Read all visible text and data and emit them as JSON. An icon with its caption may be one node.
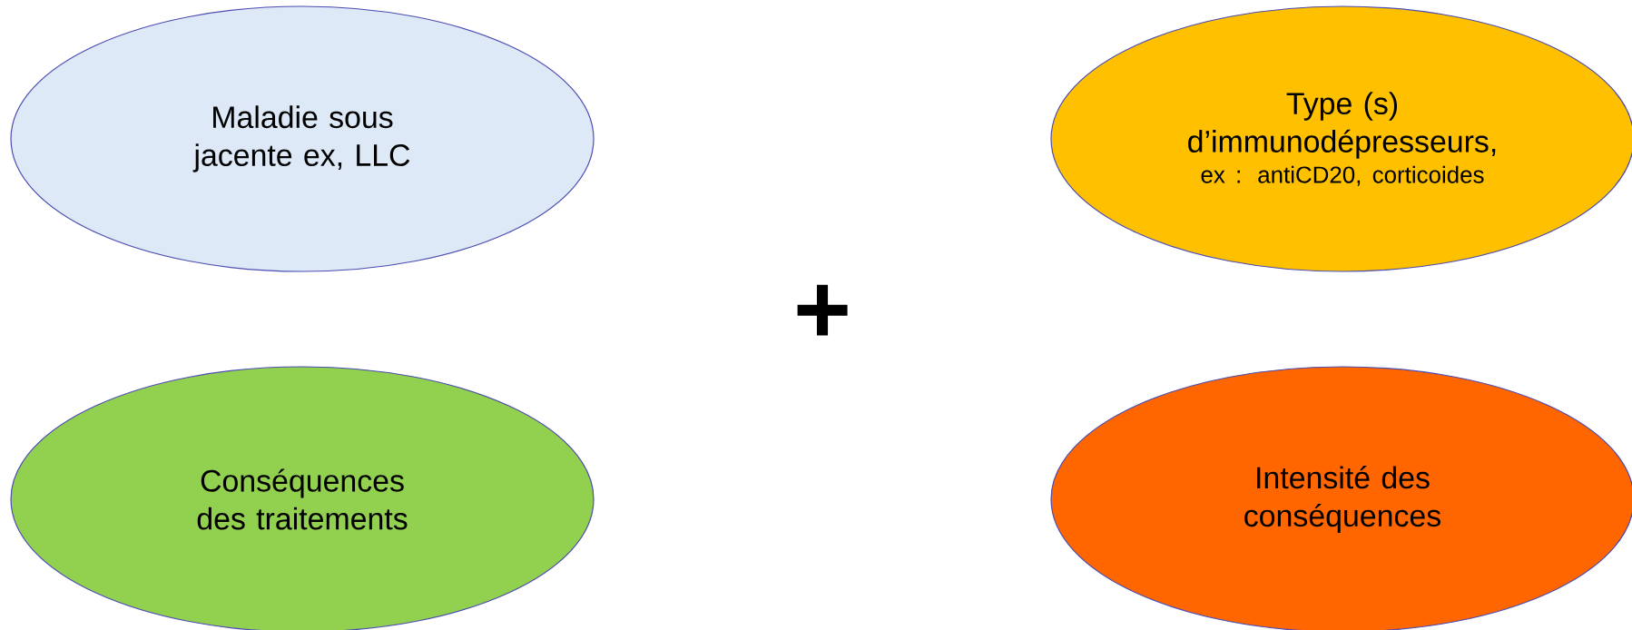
{
  "diagram": {
    "nodes": [
      {
        "text": [
          "Maladie sous jacente ex, LLC"
        ]
      },
      {
        "text": [
          "Type (s) d’immunodépresseurs,",
          "ex : antiCD20, corticoides"
        ]
      },
      {
        "text": [
          "Conséquences des traitements"
        ]
      },
      {
        "text": [
          "Intensité des conséquences"
        ]
      }
    ],
    "labels": [
      "+"
    ]
  }
}
